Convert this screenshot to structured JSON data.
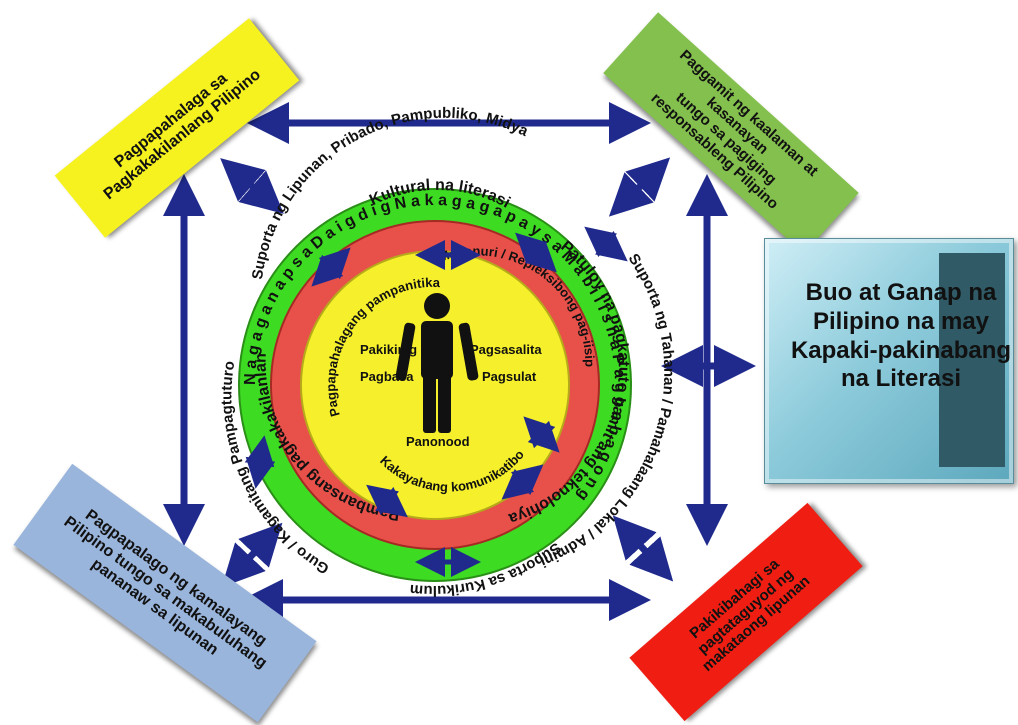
{
  "corners": {
    "top_left": "Pagpapahalaga sa\nPagkakakilanlang Pilipino",
    "top_right": "Paggamit ng kaalaman at\nkasanayan\ntungo sa pagiging\nresponsableng Pilipino",
    "bottom_left": "Pagpapalago ng kamalayang\nPilipino tungo sa makabuluhang\npananaw sa lipunan",
    "bottom_right": "Pakikibahagi sa\npagtataguyod ng\nmakataong lipunan"
  },
  "result": {
    "text": "Buo at Ganap na\nPilipino na may\nKapaki-pakinabang\nna Literasi"
  },
  "outer_ring": {
    "top": "Suporta ng Lipunan, Pribado, Pampubliko, Midya",
    "right": "Suporta ng Tahanan / Pamahalaang Lokal / Administratibo",
    "bottom": "Suporta sa Kurikulum",
    "left": "Guro / Kagamitang Pampagtuturo"
  },
  "green_ring": {
    "text": "N a g a g a n a p   s a   D a i g d i g   N a k a g a g a p a y   s a   M a b i l i s   n a   P a g b a b a g o n g"
  },
  "red_ring": {
    "top": "Kultural na literasi",
    "right": "Patuloy na pagkatuto gamit ang teknolohiya",
    "left": "Pambansang pagkakakilanlan"
  },
  "yellow_ring": {
    "top_left": "Pagpapahalagang pampanitikan",
    "top_right": "Mapanuri / Repleksibong pag-iisip",
    "bottom": "Kakayahang komunikatibo"
  },
  "center": {
    "left_1": "Pakikinig",
    "left_2": "Pagbasa",
    "right_1": "Pagsasalita",
    "right_2": "Pagsulat",
    "bottom": "Panonood"
  },
  "colors": {
    "arrow": "#1f2a8c",
    "green": "#3edb23",
    "red": "#e8504a",
    "yellow": "#f5ef2c",
    "figure": "#111111"
  },
  "icons": [
    "person-icon",
    "double-arrow-icon"
  ]
}
